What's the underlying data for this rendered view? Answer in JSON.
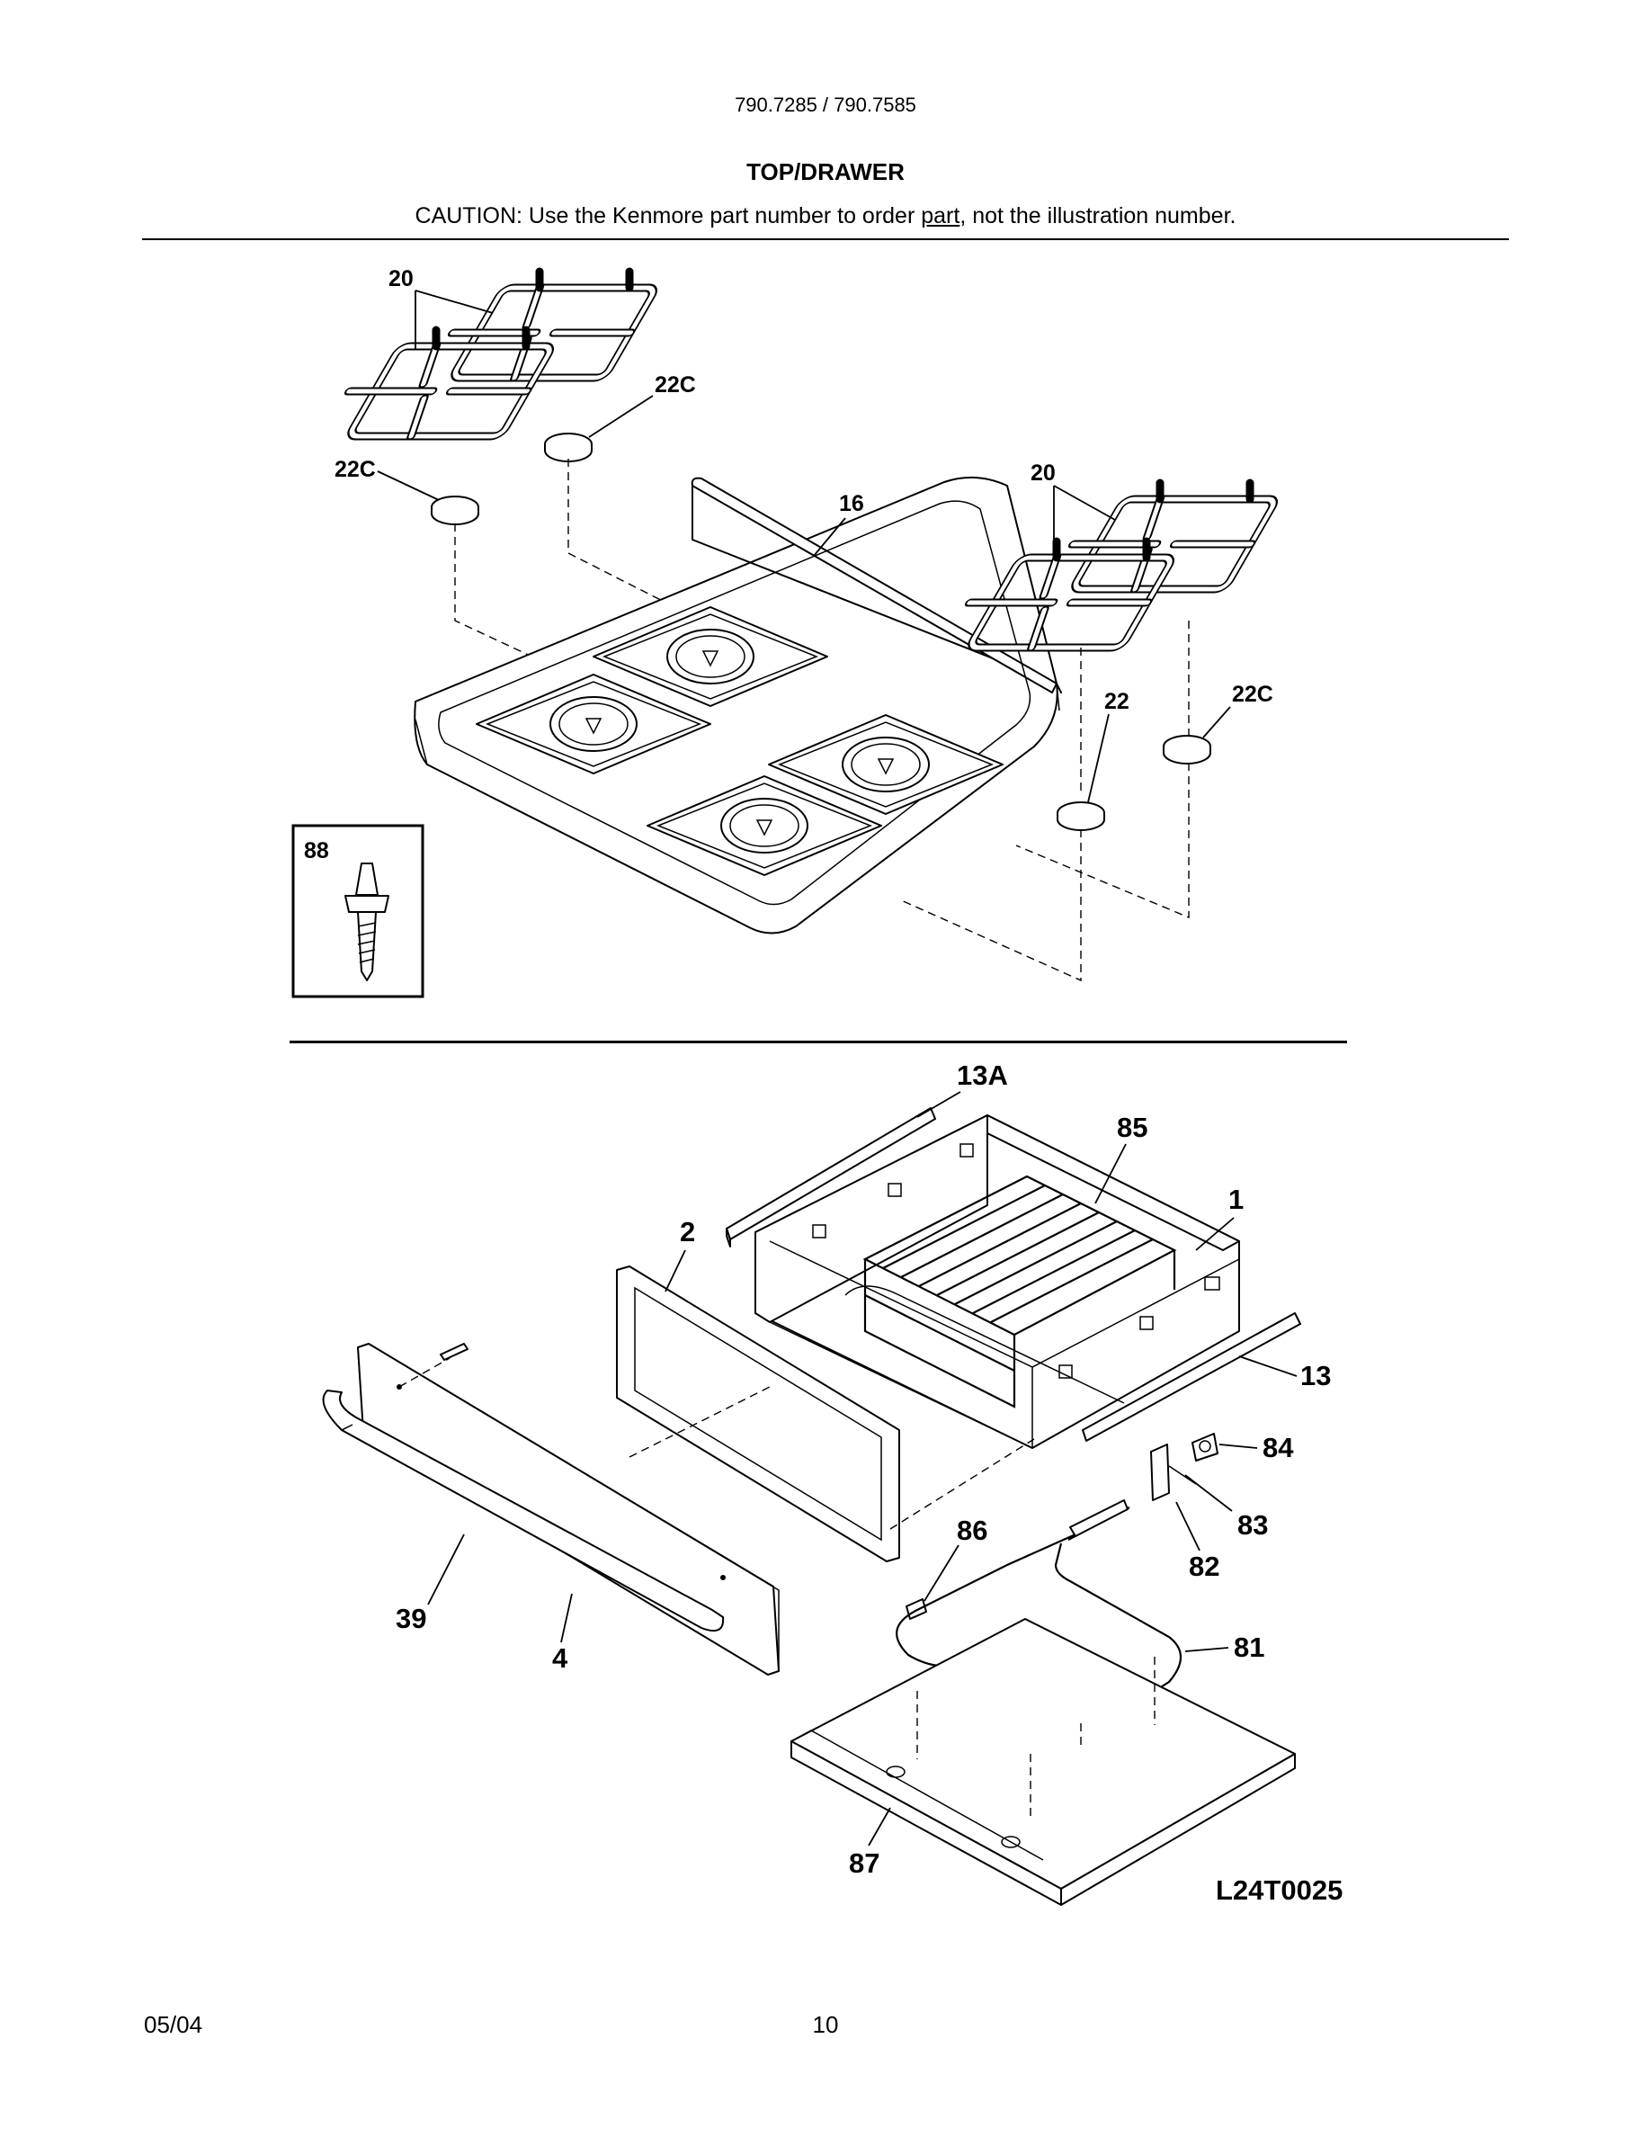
{
  "header": {
    "model_numbers": "790.7285 / 790.7585",
    "section_title": "TOP/DRAWER",
    "caution_prefix": "CAUTION: Use the Kenmore part number to order ",
    "caution_underlined": "part",
    "caution_suffix": ", not the illustration number."
  },
  "diagram": {
    "labels": {
      "grate_left": "20",
      "grate_right": "20",
      "cap_upper_left": "22C",
      "cap_left": "22C",
      "cap_right": "22C",
      "cap_front": "22",
      "cooktop": "16",
      "screw_box": "88",
      "slide_left": "13A",
      "rack": "85",
      "drawer_body": "1",
      "inner_panel": "2",
      "slide_right": "13",
      "part_84": "84",
      "part_83": "83",
      "part_82": "82",
      "part_86": "86",
      "element": "81",
      "handle": "39",
      "front_panel": "4",
      "bottom_pan": "87"
    },
    "figure_code": "L24T0025"
  },
  "footer": {
    "date": "05/04",
    "page_number": "10"
  }
}
